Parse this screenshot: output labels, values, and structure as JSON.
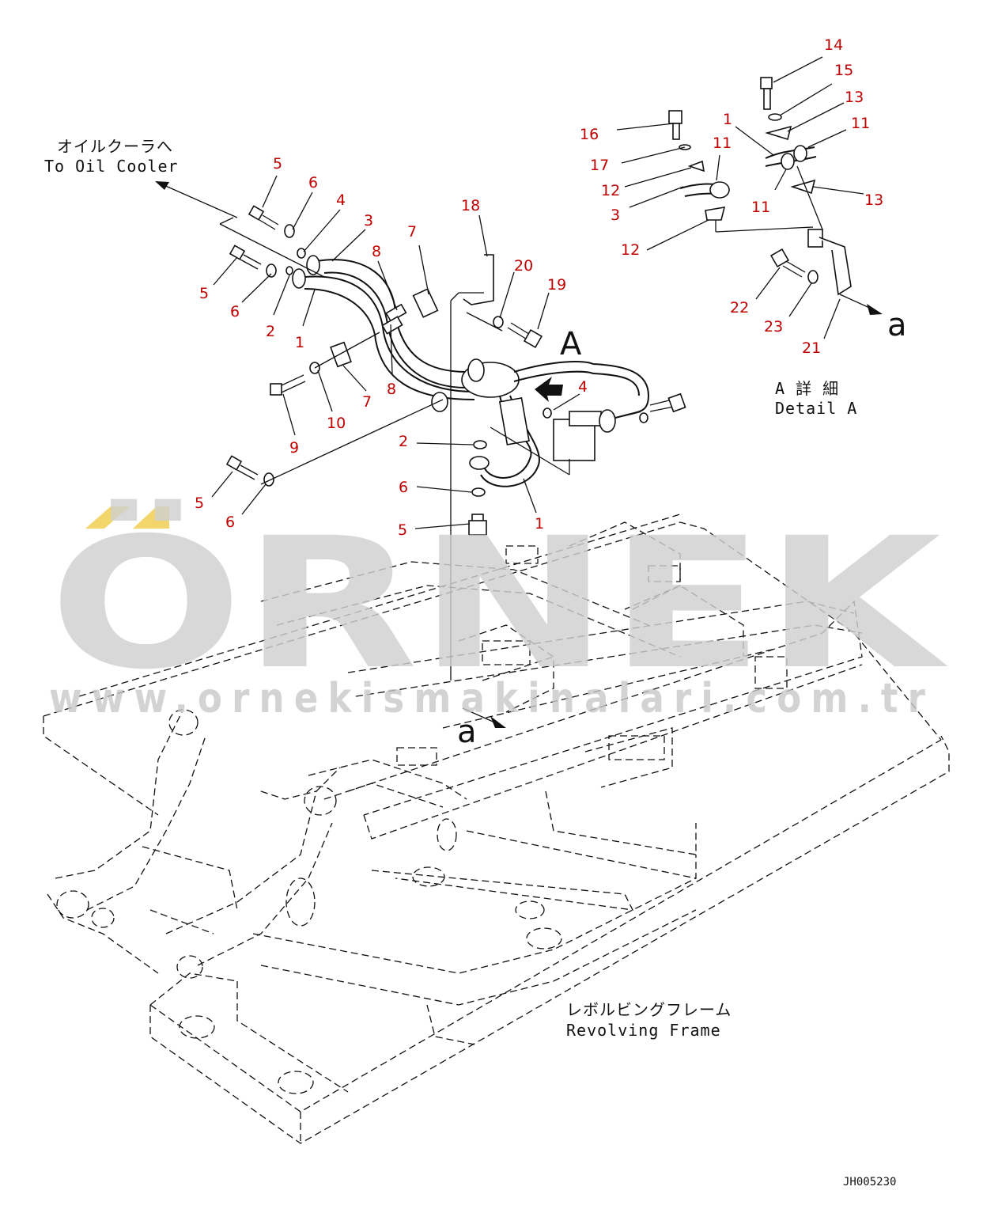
{
  "labels": {
    "to_oil_cooler_jp": "オイルクーラへ",
    "to_oil_cooler_en": "To Oil Cooler",
    "detail_jp": "A 詳 細",
    "detail_en": "Detail A",
    "view_letter": "A",
    "arrow_a_top": "a",
    "arrow_a_bottom": "a",
    "frame_jp": "レボルビングフレーム",
    "frame_en": "Revolving Frame",
    "drawing_code": "JH005230"
  },
  "watermark": {
    "brand": "ÖRNEK",
    "url": "www.ornekismakinalari.com.tr"
  },
  "callouts": {
    "c1": "5",
    "c2": "6",
    "c3": "4",
    "c4": "3",
    "c5": "8",
    "c6": "7",
    "c7": "18",
    "c8": "5",
    "c9": "6",
    "c10": "2",
    "c11": "1",
    "c12": "20",
    "c13": "19",
    "c14": "10",
    "c15": "7",
    "c16": "8",
    "c17": "9",
    "c18": "4",
    "c19": "2",
    "c20": "6",
    "c21": "5",
    "c22": "1",
    "c23": "5",
    "c24": "6",
    "c25": "14",
    "c26": "15",
    "c27": "13",
    "c28": "11",
    "c29": "1",
    "c30": "11",
    "c31": "16",
    "c32": "17",
    "c33": "12",
    "c34": "3",
    "c35": "11",
    "c36": "13",
    "c37": "12",
    "c38": "22",
    "c39": "23",
    "c40": "21"
  },
  "colors": {
    "callout": "#c00000",
    "line": "#111111",
    "watermark": "#cfcfcf",
    "watermark_accent": "#f2d66b"
  }
}
